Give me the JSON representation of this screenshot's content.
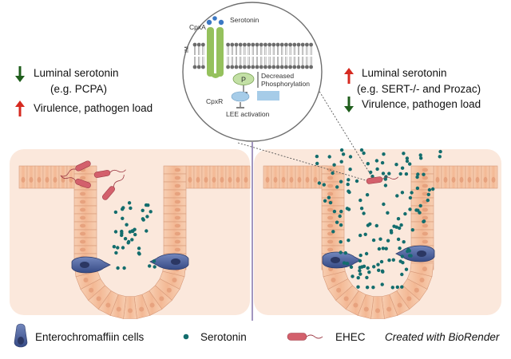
{
  "left_panel": {
    "line1": "Luminal serotonin",
    "line2": "(e.g. PCPA)",
    "line3": "Virulence, pathogen load",
    "line1_arrow": "down",
    "line3_arrow": "up"
  },
  "right_panel": {
    "line1": "Luminal serotonin",
    "line2": "(e.g. SERT-/- and Prozac)",
    "line3": "Virulence, pathogen load",
    "line1_arrow": "up",
    "line3_arrow": "down"
  },
  "inset": {
    "cpxa_label": "CpxA",
    "serotonin_label": "Serotonin",
    "im_label": "IM",
    "p_label": "P",
    "decreased_line1": "Decreased",
    "decreased_line2": "Phosphorylation",
    "cpxr_label": "CpxR",
    "lee_label": "LEE activation"
  },
  "legend": {
    "ec_cells": "Enterochromaffiin cells",
    "serotonin": "Serotonin",
    "ehec": "EHEC",
    "credit": "Created with BioRender"
  },
  "colors": {
    "arrow_up": "#d62a20",
    "arrow_down": "#1f5e1c",
    "serotonin_dot": "#136d6d",
    "tissue_bg": "#fbe8dc",
    "epithelial_cell": "#f6c6a4",
    "ec_cell": "#4a5f99",
    "ehec": "#d3606c",
    "cpxa_green": "#95c15d"
  }
}
